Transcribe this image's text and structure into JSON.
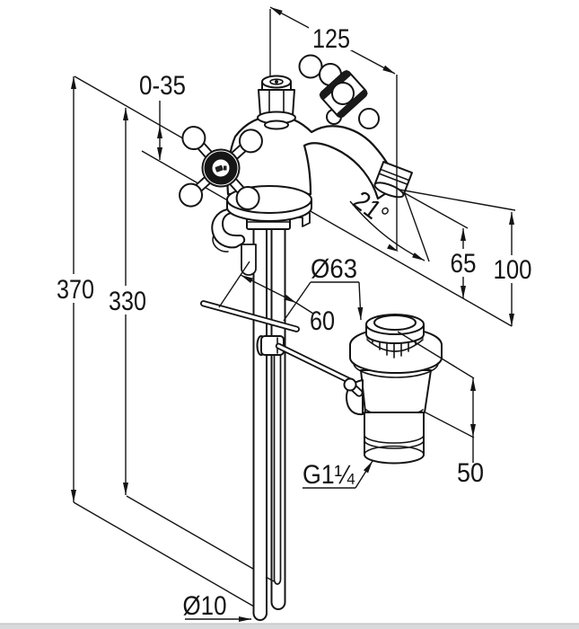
{
  "drawing": {
    "background": "#ffffff",
    "ink_color": "#141414",
    "bottom_strip_color": "#d7d9da",
    "subject": "dimensional line drawing of a basin mixer tap with pop-up waste"
  },
  "labels": {
    "overall_width": "125",
    "deck_thickness_range": "0-35",
    "pipe_length": "370",
    "rod_length": "330",
    "below_deck_offset": "60",
    "spout_angle": "21°",
    "outlet_height": "65",
    "total_height": "100",
    "waste_flange_diameter": "Ø63",
    "waste_body_height": "50",
    "waste_thread": "G1¼",
    "pipe_diameter": "Ø10"
  }
}
